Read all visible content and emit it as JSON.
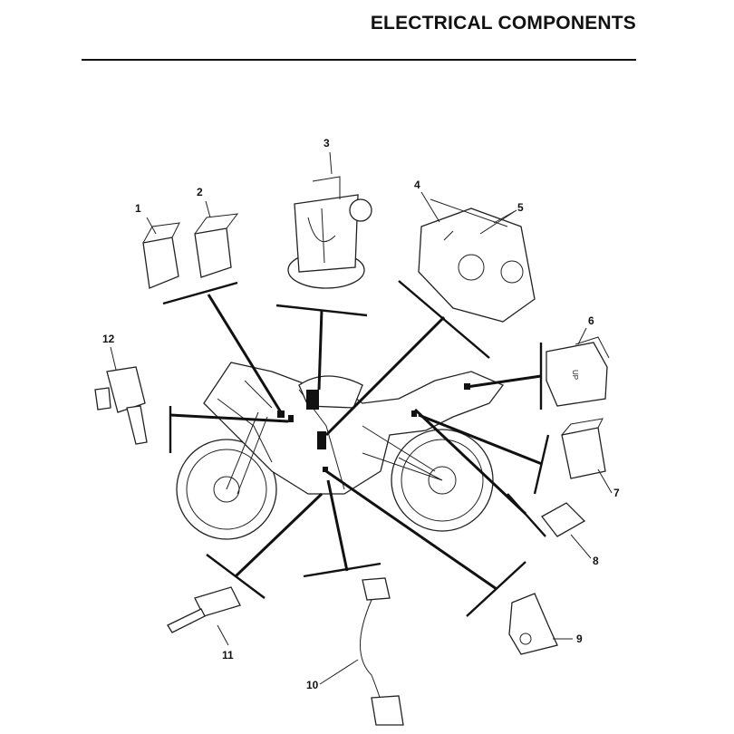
{
  "header": {
    "title": "ELECTRICAL COMPONENTS"
  },
  "callouts": [
    {
      "number": "1"
    },
    {
      "number": "2"
    },
    {
      "number": "3"
    },
    {
      "number": "4"
    },
    {
      "number": "5"
    },
    {
      "number": "6"
    },
    {
      "number": "7"
    },
    {
      "number": "8"
    },
    {
      "number": "9"
    },
    {
      "number": "10"
    },
    {
      "number": "11"
    },
    {
      "number": "12"
    }
  ],
  "component_marking": "UP"
}
